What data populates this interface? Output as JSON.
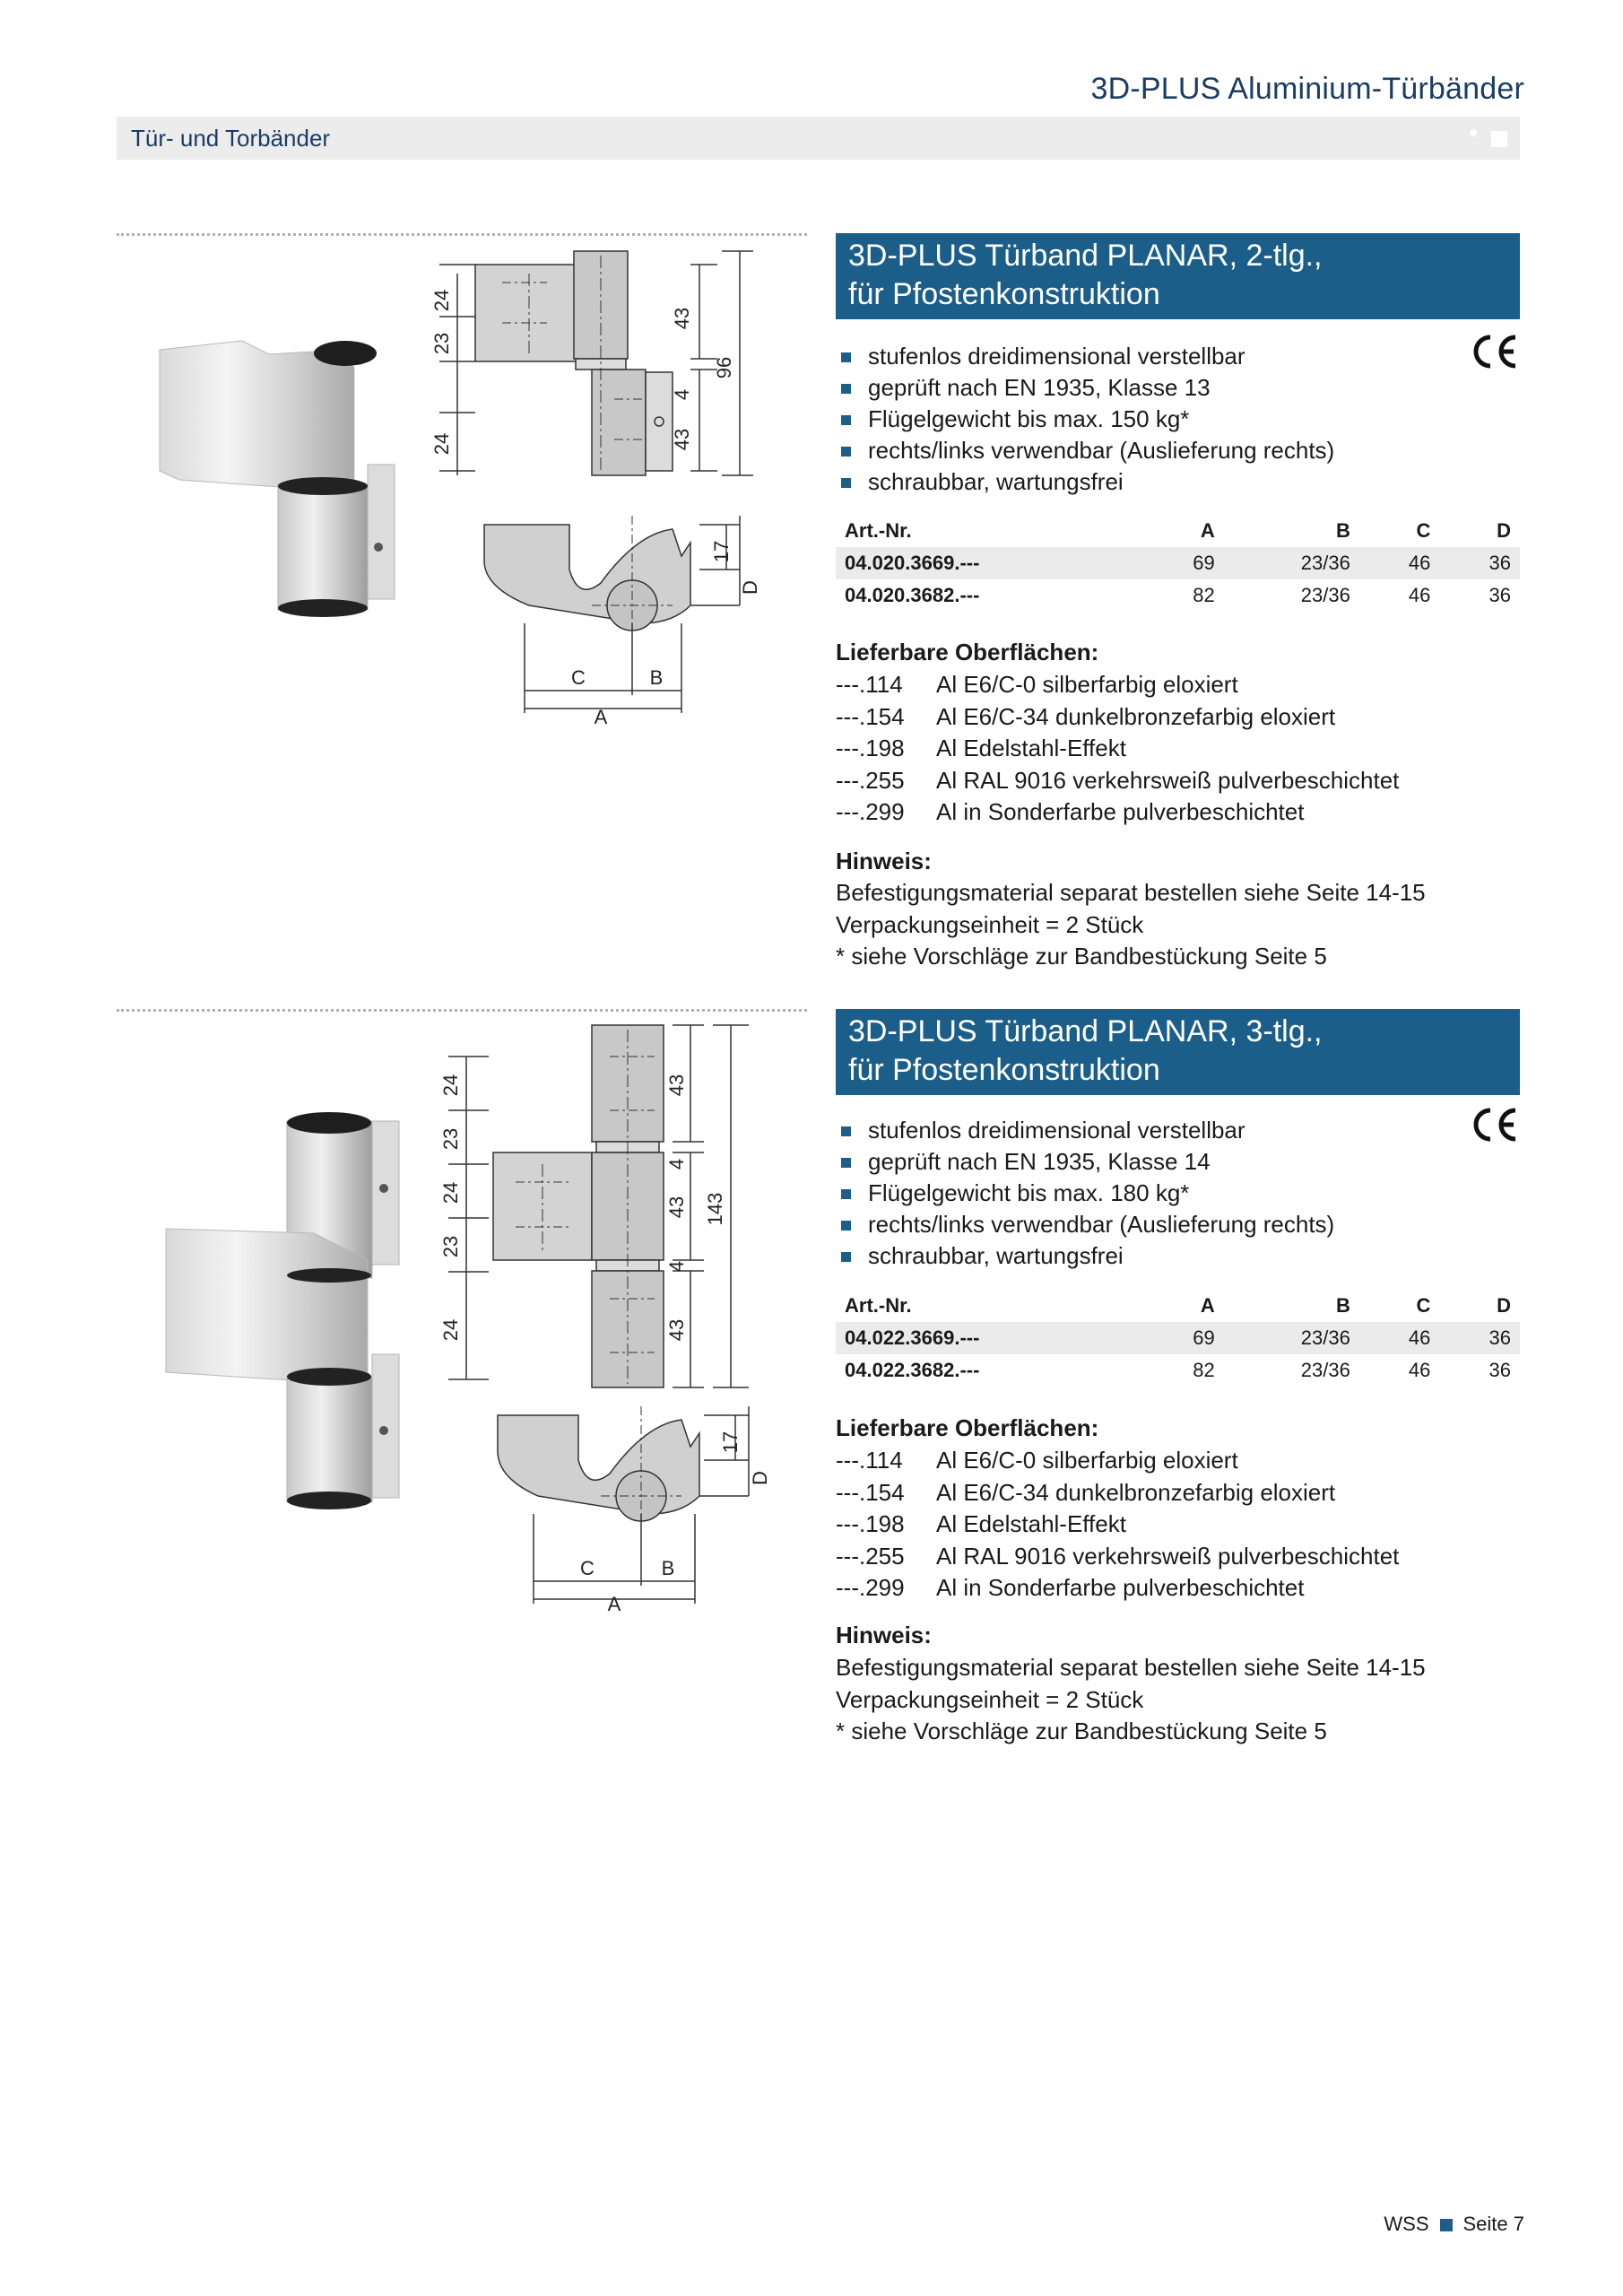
{
  "header": {
    "title": "3D-PLUS Aluminium-Türbänder",
    "section": "Tür- und Torbänder"
  },
  "products": [
    {
      "title_line1": "3D-PLUS Türband PLANAR, 2-tlg.,",
      "title_line2": "für Pfostenkonstruktion",
      "ce_mark": "CE",
      "features": [
        "stufenlos dreidimensional verstellbar",
        "geprüft nach EN 1935, Klasse 13",
        "Flügelgewicht bis max. 150 kg*",
        "rechts/links verwendbar (Auslieferung rechts)",
        "schraubbar, wartungsfrei"
      ],
      "table": {
        "headers": [
          "Art.-Nr.",
          "A",
          "B",
          "C",
          "D"
        ],
        "rows": [
          [
            "04.020.3669.---",
            "69",
            "23/36",
            "46",
            "36"
          ],
          [
            "04.020.3682.---",
            "82",
            "23/36",
            "46",
            "36"
          ]
        ]
      },
      "surfaces_title": "Lieferbare Oberflächen:",
      "surfaces": [
        {
          "code": "---.114",
          "desc": "Al E6/C-0 silberfarbig eloxiert"
        },
        {
          "code": "---.154",
          "desc": "Al E6/C-34 dunkelbronzefarbig eloxiert"
        },
        {
          "code": "---.198",
          "desc": "Al Edelstahl-Effekt"
        },
        {
          "code": "---.255",
          "desc": "Al RAL 9016 verkehrsweiß pulverbeschichtet"
        },
        {
          "code": "---.299",
          "desc": "Al in Sonderfarbe pulverbeschichtet"
        }
      ],
      "note_title": "Hinweis:",
      "notes": [
        "Befestigungsmaterial separat bestellen siehe Seite 14-15",
        "Verpackungseinheit = 2 Stück",
        "* siehe Vorschläge zur Bandbestückung Seite 5"
      ],
      "drawing_dims": {
        "d24a": "24",
        "d23": "23",
        "d24b": "24",
        "d43a": "43",
        "d4": "4",
        "d43b": "43",
        "d96": "96",
        "d17": "17",
        "dD": "D",
        "dC": "C",
        "dB": "B",
        "dA": "A"
      }
    },
    {
      "title_line1": "3D-PLUS Türband PLANAR, 3-tlg.,",
      "title_line2": "für Pfostenkonstruktion",
      "ce_mark": "CE",
      "features": [
        "stufenlos dreidimensional verstellbar",
        "geprüft nach EN 1935, Klasse 14",
        "Flügelgewicht bis max. 180 kg*",
        "rechts/links verwendbar (Auslieferung rechts)",
        "schraubbar, wartungsfrei"
      ],
      "table": {
        "headers": [
          "Art.-Nr.",
          "A",
          "B",
          "C",
          "D"
        ],
        "rows": [
          [
            "04.022.3669.---",
            "69",
            "23/36",
            "46",
            "36"
          ],
          [
            "04.022.3682.---",
            "82",
            "23/36",
            "46",
            "36"
          ]
        ]
      },
      "surfaces_title": "Lieferbare Oberflächen:",
      "surfaces": [
        {
          "code": "---.114",
          "desc": "Al E6/C-0 silberfarbig eloxiert"
        },
        {
          "code": "---.154",
          "desc": "Al E6/C-34 dunkelbronzefarbig eloxiert"
        },
        {
          "code": "---.198",
          "desc": "Al Edelstahl-Effekt"
        },
        {
          "code": "---.255",
          "desc": "Al RAL 9016 verkehrsweiß pulverbeschichtet"
        },
        {
          "code": "---.299",
          "desc": "Al in Sonderfarbe pulverbeschichtet"
        }
      ],
      "note_title": "Hinweis:",
      "notes": [
        "Befestigungsmaterial separat bestellen siehe Seite 14-15",
        "Verpackungseinheit = 2 Stück",
        "* siehe Vorschläge zur Bandbestückung Seite 5"
      ],
      "drawing_dims": {
        "d24a": "24",
        "d23a": "23",
        "d24b": "24",
        "d23b": "23",
        "d24c": "24",
        "d43a": "43",
        "d4a": "4",
        "d43b": "43",
        "d4b": "4",
        "d43c": "43",
        "d143": "143",
        "d17": "17",
        "dD": "D",
        "dC": "C",
        "dB": "B",
        "dA": "A"
      }
    }
  ],
  "footer": {
    "brand": "WSS",
    "page": "Seite 7"
  },
  "colors": {
    "accent": "#1b5e8a",
    "title_text": "#1b3d63",
    "section_bar": "#ececec"
  }
}
